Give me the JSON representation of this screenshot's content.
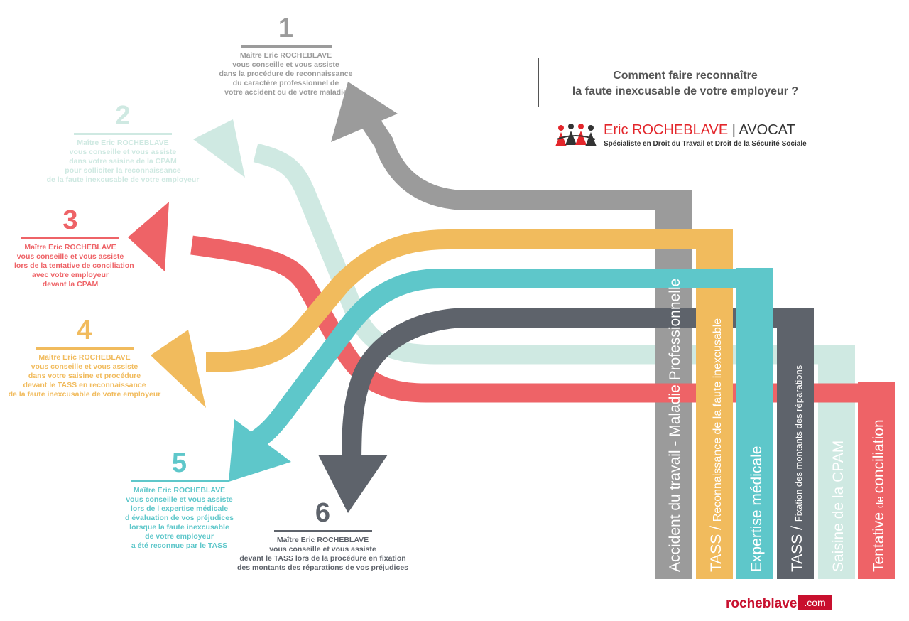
{
  "colors": {
    "gray": "#9b9b9b",
    "mint": "#cfe9e2",
    "red": "#ee6367",
    "yellow": "#f1bb5d",
    "teal": "#5ec7ca",
    "dark": "#5e636b"
  },
  "header": {
    "line1": "Comment faire reconnaître",
    "line2": "la faute inexcusable de votre employeur ?"
  },
  "brand": {
    "name_first": "Eric ROCHEBLAVE",
    "separator": " | ",
    "name_last": "AVOCAT",
    "subtitle": "Spécialiste en Droit du Travail et Droit de la Sécurité Sociale",
    "logo_icon": "people-icon"
  },
  "website": {
    "part1": "rocheblave",
    "part2": ".com"
  },
  "columns": [
    {
      "label_main": "Accident du travail - Maladie Professionnelle",
      "label_sub": "",
      "color": "#9b9b9b"
    },
    {
      "label_main": "TASS / ",
      "label_sub": "Reconnaissance de la faute inexcusable",
      "color": "#f1bb5d"
    },
    {
      "label_main": "Expertise médicale",
      "label_sub": "",
      "color": "#5ec7ca"
    },
    {
      "label_main": "TASS / ",
      "label_sub": "Fixation des montants des réparations",
      "color": "#5e636b"
    },
    {
      "label_main": "Saisine de la CPAM",
      "label_sub": "",
      "color": "#cfe9e2"
    },
    {
      "label_main": "Tentative ",
      "label_sub": "de ",
      "label_main2": "conciliation",
      "color": "#ee6367"
    }
  ],
  "steps": [
    {
      "number": "1",
      "color": "#9b9b9b",
      "lines": [
        "Maître Eric ROCHEBLAVE",
        "vous conseille et vous assiste",
        "dans la procédure de reconnaissance",
        "du caractère professionnel de",
        "votre accident ou de votre maladie"
      ]
    },
    {
      "number": "2",
      "color": "#cfe9e2",
      "lines": [
        "Maître Eric ROCHEBLAVE",
        "vous conseille et vous assiste",
        "dans votre saisine de la CPAM",
        "pour solliciter la reconnaissance",
        "de la faute inexcusable de votre employeur"
      ]
    },
    {
      "number": "3",
      "color": "#ee6367",
      "lines": [
        "Maître Eric ROCHEBLAVE",
        "vous conseille et vous assiste",
        "lors de la tentative de conciliation",
        "avec votre employeur",
        "devant la CPAM"
      ]
    },
    {
      "number": "4",
      "color": "#f1bb5d",
      "lines": [
        "Maître Eric ROCHEBLAVE",
        "vous conseille et vous assiste",
        "dans votre saisine et procédure",
        "devant le TASS en reconnaissance",
        "de la faute inexcusable de votre employeur"
      ]
    },
    {
      "number": "5",
      "color": "#5ec7ca",
      "lines": [
        "Maître Eric ROCHEBLAVE",
        "vous conseille et vous assiste",
        "lors de l expertise médicale",
        "d évaluation de vos préjudices",
        "lorsque la faute inexcusable",
        "de votre employeur",
        "a été reconnue par le TASS"
      ]
    },
    {
      "number": "6",
      "color": "#5e636b",
      "lines": [
        "Maître Eric ROCHEBLAVE",
        "vous conseille et vous assiste",
        "devant le TASS lors de la procédure en fixation",
        "des montants des réparations de vos préjudices"
      ]
    }
  ]
}
